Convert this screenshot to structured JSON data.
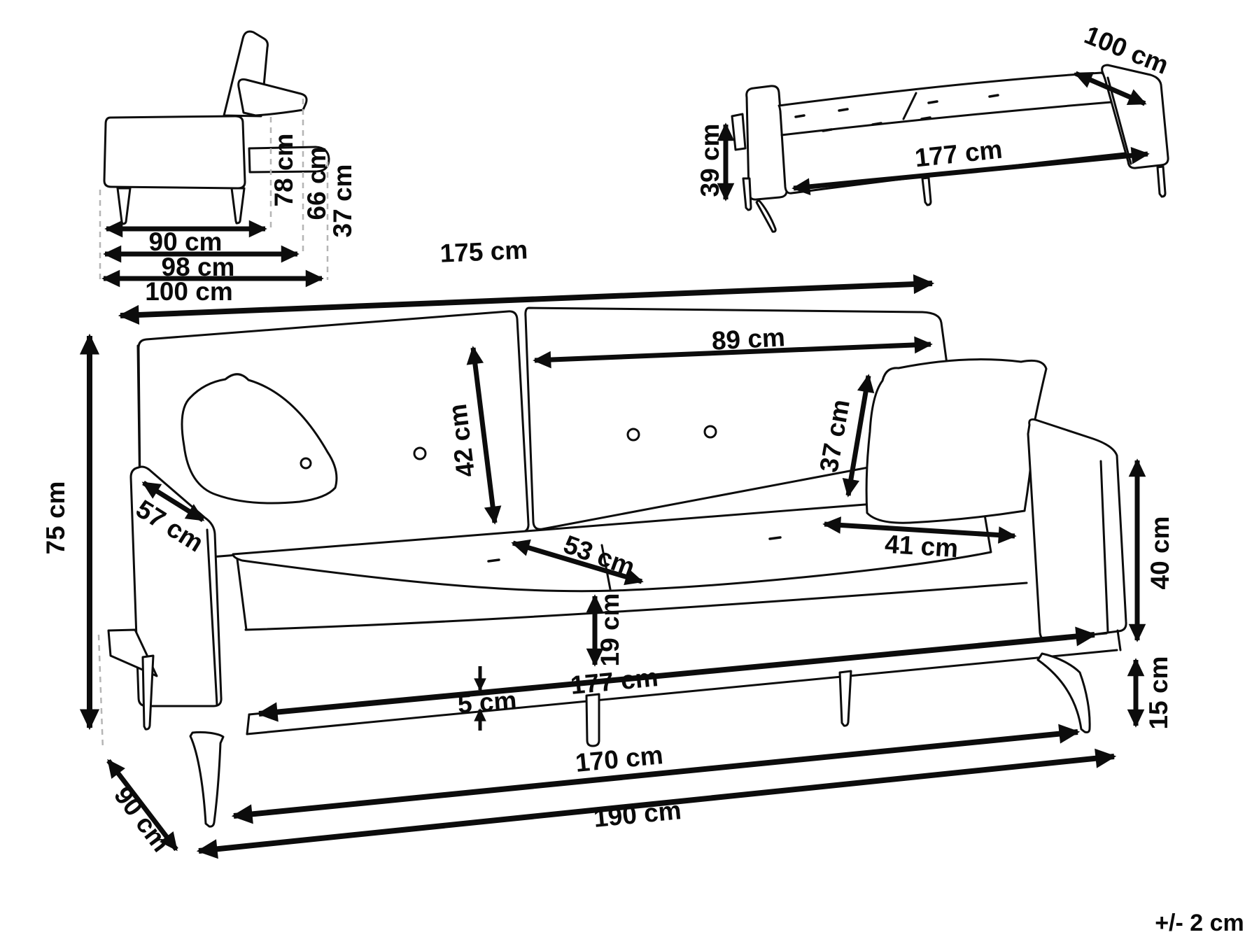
{
  "footer": {
    "tolerance": "+/- 2 cm"
  },
  "side_view": {
    "height_backrest_up": "78 cm",
    "height_backrest_mid": "66 cm",
    "height_seat": "37 cm",
    "depth_seat": "90 cm",
    "depth_mid": "98 cm",
    "depth_total": "100 cm"
  },
  "bed_view": {
    "mattress_width": "100 cm",
    "base_height": "39 cm",
    "bed_length": "177 cm"
  },
  "front_view": {
    "back_width": "175 cm",
    "back_cushion_width": "89 cm",
    "back_cushion_height": "42 cm",
    "pillow_height": "37 cm",
    "pillow_width": "41 cm",
    "armrest_depth": "57 cm",
    "seat_depth": "53 cm",
    "seat_front_height": "19 cm",
    "frame_height": "5 cm",
    "seat_width": "177 cm",
    "total_height": "75 cm",
    "armrest_height": "40 cm",
    "leg_height": "15 cm",
    "total_depth": "90 cm",
    "inner_width": "170 cm",
    "total_width": "190 cm"
  }
}
